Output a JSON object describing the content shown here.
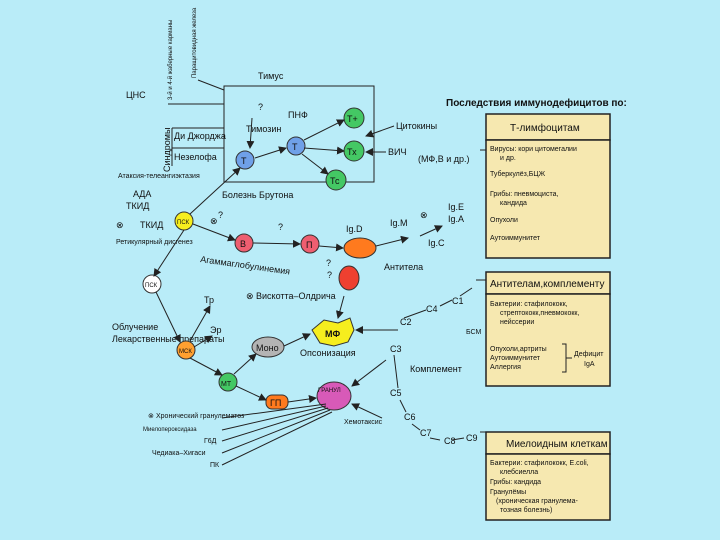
{
  "title": "Последствия иммунодефицитов по:",
  "colors": {
    "background": "#b9ecf8",
    "panel": "#f6e8b0",
    "green": "#44c864",
    "pink": "#ee5e70",
    "red": "#ee4030",
    "orange": "#ff7a1e",
    "yellow": "#f6ee1e",
    "magenta": "#d85ab8",
    "gray": "#b4b4b4"
  },
  "labels": {
    "thymus": "Тимус",
    "cns": "ЦНС",
    "syndromes": "Синдромы",
    "gill_arches": "3-й и 4-й жаберные карманы",
    "parathyroid": "Паращитовидная железа",
    "di_george": "Ди Джорджа",
    "nezelof": "Незелофа",
    "pnf": "ПНФ",
    "thymosin": "Тимозин",
    "ataxia": "Атаксия-телеангиэктазия",
    "ada": "АДА",
    "tkid1": "ТКИД",
    "tkid2": "ТКИД",
    "bruton": "Болезнь Брутона",
    "reticular": "Ретикулярный дисгенез",
    "agamma": "Агаммаглобулинемия",
    "wiskott": "Вискотта–Олдрича",
    "obluchenie": "Облучение",
    "drugs": "Лекарственные препараты",
    "tr": "Тр",
    "er": "Эр",
    "opsonization": "Опсонизация",
    "chronic_gran": "Хронический гранулематоз",
    "myeloperox": "Миелопероксидаза",
    "g6d": "Г6Д",
    "chediak": "Чедиака–Хигаси",
    "pk": "ПК",
    "cytokines": "Цитокины",
    "hiv": "ВИЧ",
    "hiv_targets": "(МФ,В и др.)",
    "ige": "Ig.E",
    "iga": "Ig.A",
    "igm": "Ig.M",
    "igd": "Ig.D",
    "igc": "Ig.C",
    "antibody": "Антитела",
    "complement": "Комплемент",
    "chemotaxis": "Хемотаксис",
    "bsm": "БСМ",
    "c1": "C1",
    "c2": "C2",
    "c3": "C3",
    "c4": "C4",
    "c5": "C5",
    "c6": "C6",
    "c7": "C7",
    "c8": "C8",
    "c9": "C9",
    "q1": "?",
    "q2": "?",
    "q3": "?",
    "q4": "?",
    "q5": "?",
    "x1": "⊗",
    "x2": "⊗",
    "x3": "⊗",
    "x4": "⊗"
  },
  "nodes": {
    "tplus": "Т+",
    "th": "Тх",
    "tc": "Тс",
    "t1": "Т",
    "t2": "Т",
    "psk1": "ПСК",
    "psk2": "ПСК",
    "b": "В",
    "pl": "П",
    "msk": "МСК",
    "mono": "Моно",
    "mf": "МФ",
    "mt": "МТ",
    "gp": "ГП",
    "granul": "ГРАНУЛ"
  },
  "panels": {
    "t": {
      "header": "Т-лимфоцитам",
      "lines": [
        "Вирусы: кори цитомегалии",
        "и др.",
        "Туберкулёз,БЦЖ",
        "Грибы: пневмоциста,",
        "кандида",
        "Опухоли",
        "Аутоиммунитет"
      ]
    },
    "ab": {
      "header": "Антителам,комплементу",
      "lines": [
        "Бактерии: стафилококк,",
        "стрептококк,пневмококк,",
        "нейссерии",
        "Опухоли,артриты",
        "Аутоиммунитет",
        "Аллергия"
      ],
      "deficit1": "Дефицит",
      "deficit2": "IgA"
    },
    "myeloid": {
      "header": "Миелоидным клеткам",
      "lines": [
        "Бактерии: стафилококк, E.coli,",
        "клебсиелла",
        "Грибы: кандида",
        "Гранулёмы",
        "(хроническая гранулема-",
        "тозная болезнь)"
      ]
    }
  }
}
